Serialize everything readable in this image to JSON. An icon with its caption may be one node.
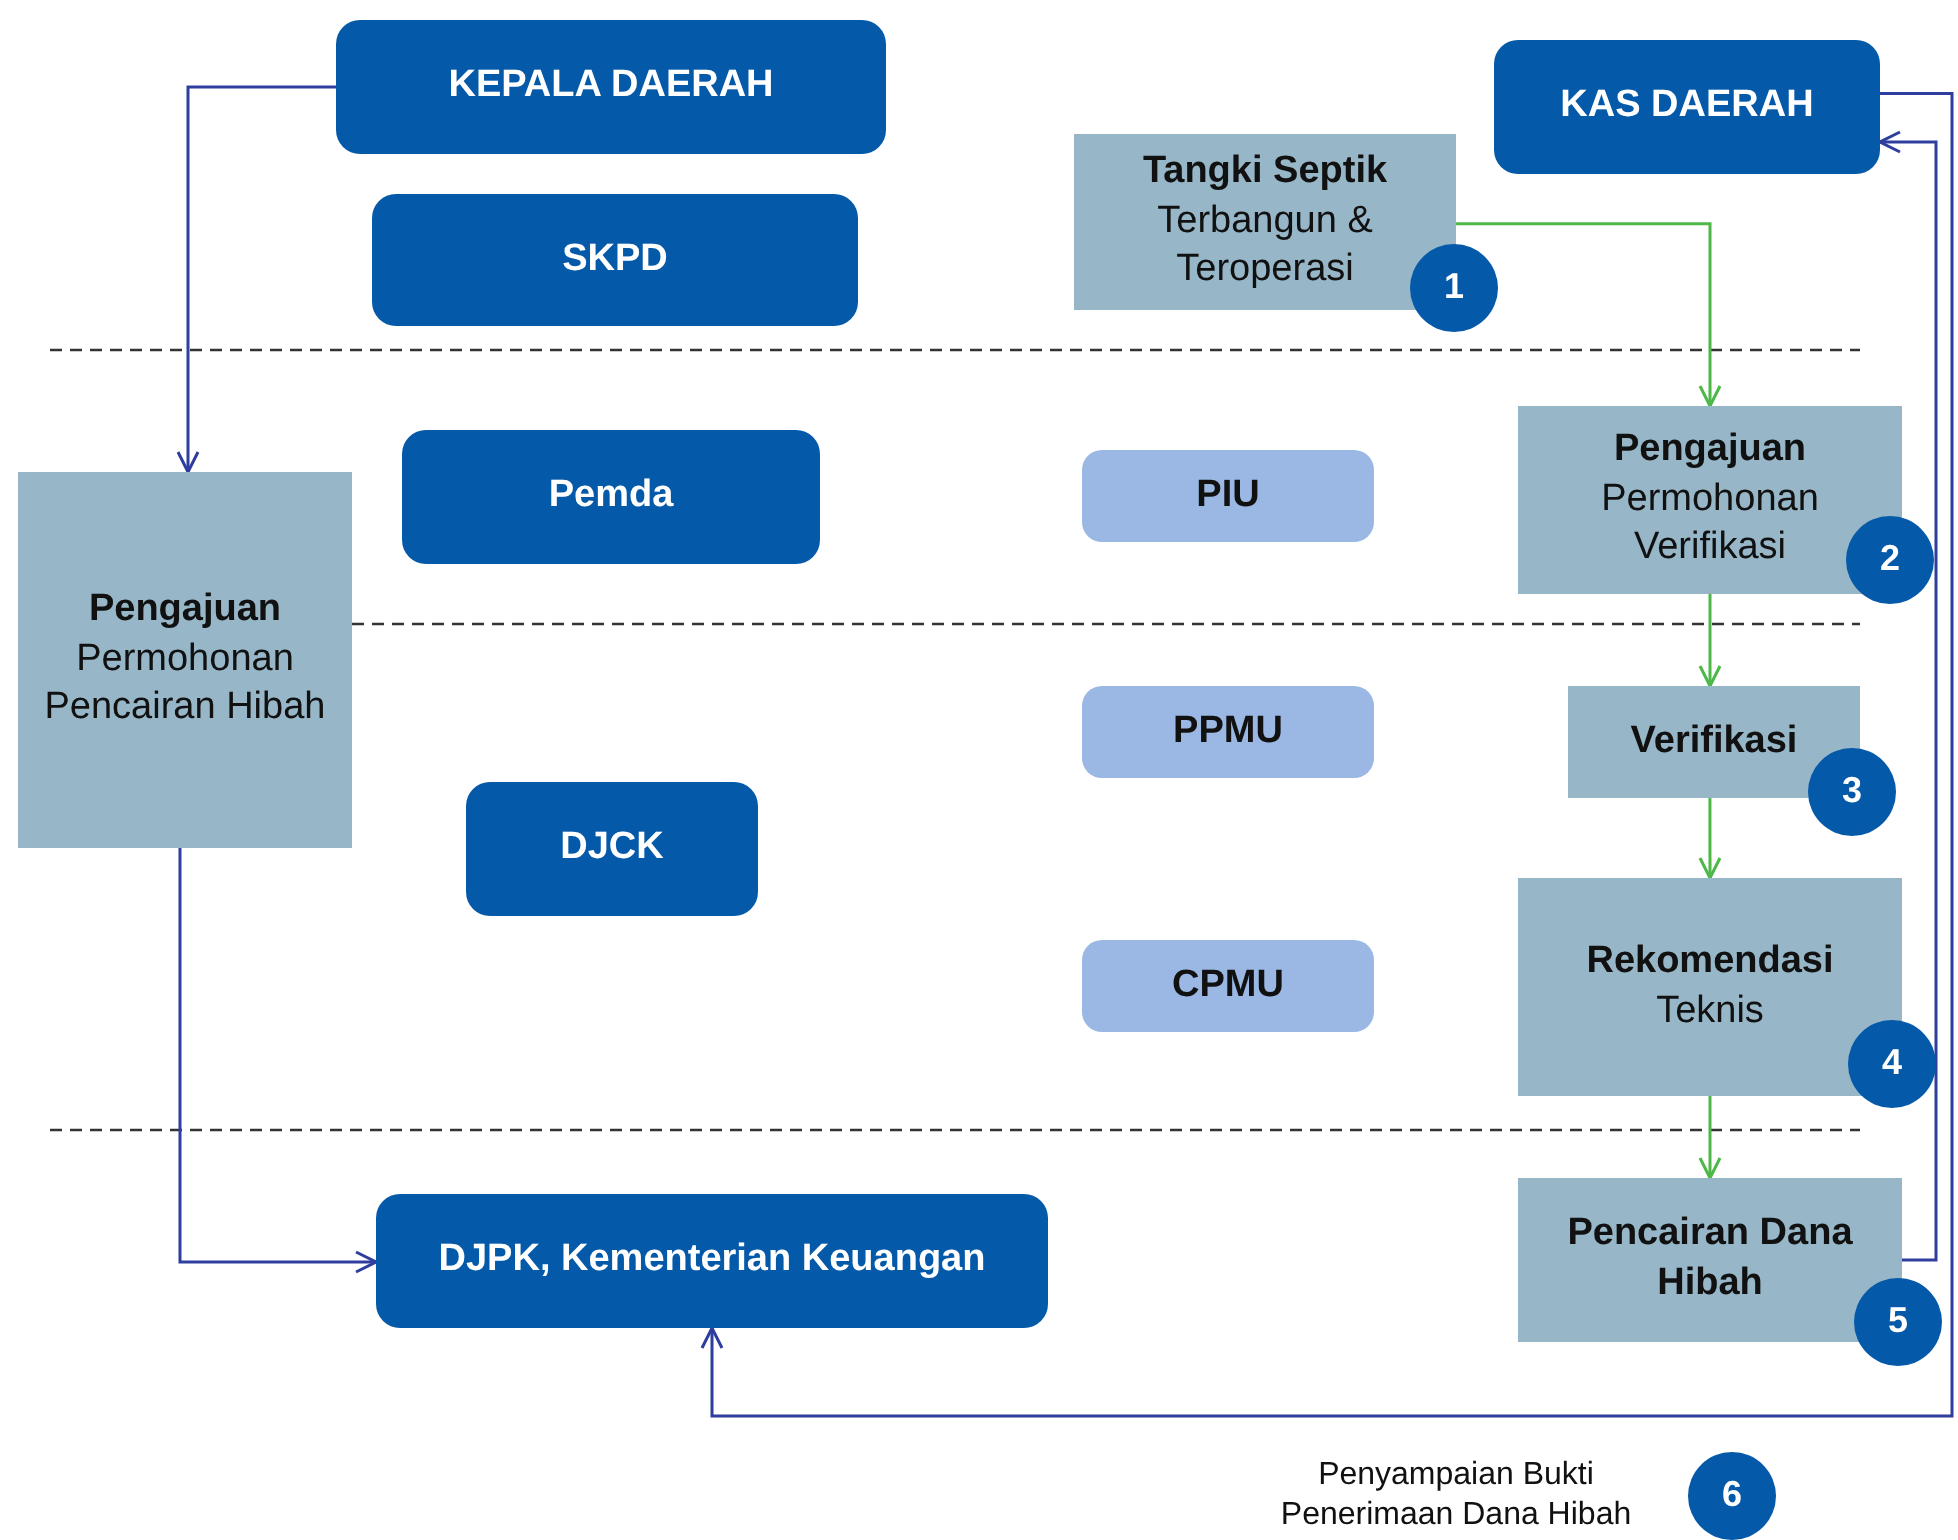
{
  "diagram": {
    "nodes": [
      {
        "text": [
          "KEPALA DAERAH"
        ]
      },
      {
        "text": [
          "KAS DAERAH"
        ]
      },
      {
        "text": [
          "SKPD"
        ]
      },
      {
        "text": [
          "Tangki Septik",
          "Terbangun & Teroperasi"
        ]
      },
      {
        "text": [
          "1"
        ]
      },
      {
        "text": [
          "Pengajuan",
          "Permohonan Pencairan Hibah"
        ]
      },
      {
        "text": [
          "Pemda"
        ]
      },
      {
        "text": [
          "PIU"
        ]
      },
      {
        "text": [
          "Pengajuan",
          "Permohonan Verifikasi"
        ]
      },
      {
        "text": [
          "2"
        ]
      },
      {
        "text": [
          "PPMU"
        ]
      },
      {
        "text": [
          "Verifikasi"
        ]
      },
      {
        "text": [
          "3"
        ]
      },
      {
        "text": [
          "DJCK"
        ]
      },
      {
        "text": [
          "CPMU"
        ]
      },
      {
        "text": [
          "Rekomendasi",
          "Teknis"
        ]
      },
      {
        "text": [
          "4"
        ]
      },
      {
        "text": [
          "DJPK, Kementerian Keuangan"
        ]
      },
      {
        "text": [
          "Pencairan Dana Hibah"
        ]
      },
      {
        "text": [
          "5"
        ]
      },
      {
        "text": [
          "6"
        ],
        "beside": [
          "Penyampaian Bukti Penerimaan Dana Hibah"
        ]
      }
    ],
    "edges": [
      {
        "from": 0,
        "to": 5,
        "arrow": "to",
        "color": "#2f3e9e"
      },
      {
        "from": 5,
        "to": 17,
        "arrow": "to",
        "color": "#2f3e9e"
      },
      {
        "from": 3,
        "to": 8,
        "arrow": "to",
        "color": "#4db848"
      },
      {
        "from": 8,
        "to": 11,
        "arrow": "to",
        "color": "#4db848"
      },
      {
        "from": 11,
        "to": 15,
        "arrow": "to",
        "color": "#4db848"
      },
      {
        "from": 15,
        "to": 18,
        "arrow": "to",
        "color": "#4db848"
      },
      {
        "from": 18,
        "to": 1,
        "arrow": "to",
        "color": "#2f3e9e"
      },
      {
        "from": 1,
        "to": 17,
        "arrow": "to",
        "color": "#2f3e9e"
      }
    ]
  }
}
